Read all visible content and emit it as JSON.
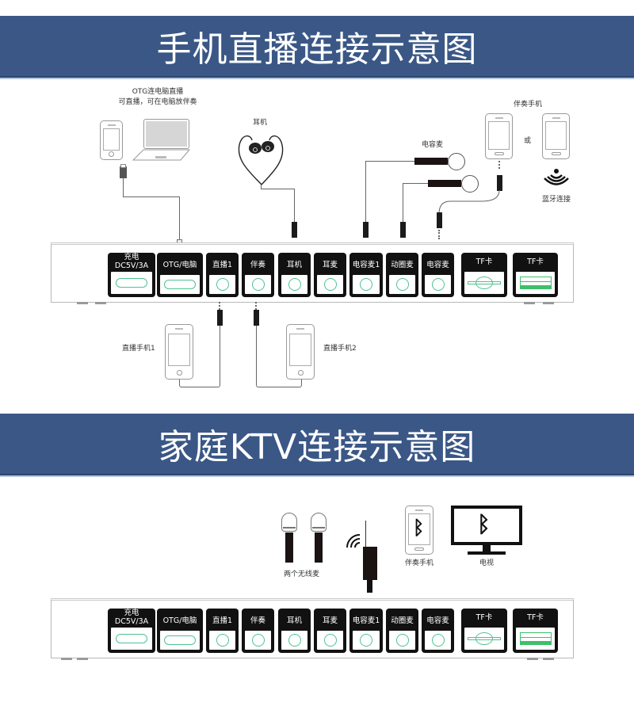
{
  "section1": {
    "title": "手机直播连接示意图",
    "labels": {
      "otg_line1": "OTG连电脑直播",
      "otg_line2": "可直播，可在电脑放伴奏",
      "earphone": "耳机",
      "condenser_mic": "电容麦",
      "accompany_phone": "伴奏手机",
      "or": "或",
      "bluetooth": "蓝牙连接",
      "live_phone_1": "直播手机1",
      "live_phone_2": "直播手机2"
    }
  },
  "section2": {
    "title": "家庭KTV连接示意图",
    "labels": {
      "wireless_mics": "两个无线麦",
      "accompany_phone": "伴奏手机",
      "tv": "电视"
    }
  },
  "device_ports": [
    {
      "label_line1": "充电",
      "label_line2": "DC5V/3A",
      "type": "oval"
    },
    {
      "label_line1": "OTG/电脑",
      "label_line2": "",
      "type": "oval"
    },
    {
      "label_line1": "直播1",
      "label_line2": "",
      "type": "round"
    },
    {
      "label_line1": "伴奏",
      "label_line2": "",
      "type": "round"
    },
    {
      "label_line1": "耳机",
      "label_line2": "",
      "type": "round"
    },
    {
      "label_line1": "耳麦",
      "label_line2": "",
      "type": "round"
    },
    {
      "label_line1": "电容麦1",
      "label_line2": "",
      "type": "round"
    },
    {
      "label_line1": "动圈麦",
      "label_line2": "",
      "type": "round"
    },
    {
      "label_line1": "电容麦",
      "label_line2": "",
      "type": "round"
    },
    {
      "label_line1": "TF卡",
      "label_line2": "",
      "type": "tf-slot"
    },
    {
      "label_line1": "TF卡",
      "label_line2": "",
      "type": "tf-card"
    }
  ],
  "icons": {
    "bluetooth": "ᛒ",
    "wifi": "wifi-waves-icon"
  },
  "colors": {
    "banner": "#3a5786",
    "port_bg": "#111111",
    "port_hole": "#4fc290",
    "tf_card": "#3cc06a"
  }
}
